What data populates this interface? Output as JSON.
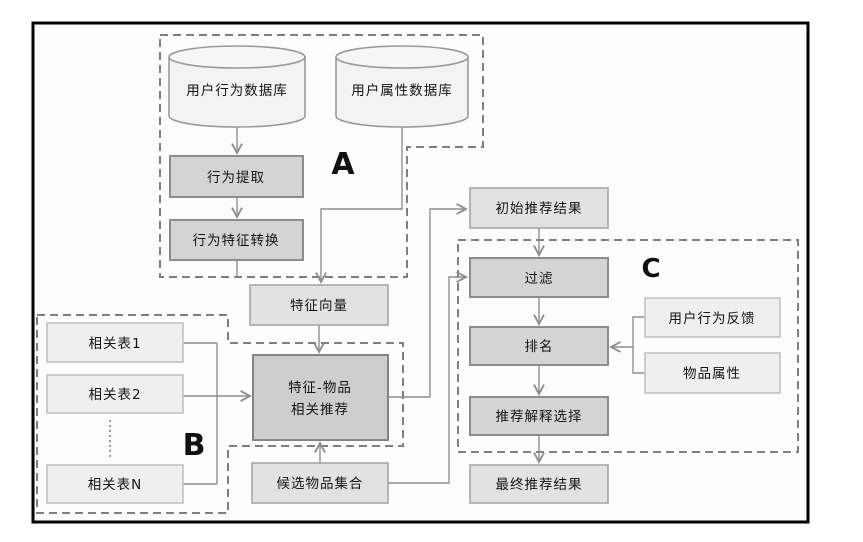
{
  "diagram": {
    "type": "flowchart",
    "group_labels": {
      "A": "A",
      "B": "B",
      "C": "C"
    },
    "nodes": {
      "user_behavior_db": "用户行为数据库",
      "user_attribute_db": "用户属性数据库",
      "behavior_extraction": "行为提取",
      "behavior_feature_conversion": "行为特征转换",
      "feature_vector": "特征向量",
      "related_table_1": "相关表1",
      "related_table_2": "相关表2",
      "related_table_n": "相关表N",
      "feature_item_recommendation_line1": "特征-物品",
      "feature_item_recommendation_line2": "相关推荐",
      "candidate_item_set": "候选物品集合",
      "initial_recommendation_results": "初始推荐结果",
      "filter": "过滤",
      "ranking": "排名",
      "user_behavior_feedback": "用户行为反馈",
      "item_attributes": "物品属性",
      "recommendation_explanation_selection": "推荐解释选择",
      "final_recommendation_results": "最终推荐结果"
    },
    "colors": {
      "frame_border": "#000000",
      "dashed_group_border": "#7f7f7f",
      "connector_line": "#8f8f8f",
      "process_box_fill": "#d4d4d4",
      "process_box_border": "#8c8c8c",
      "result_box_fill": "#e2e2e2",
      "input_box_fill": "#efefef",
      "cylinder_fill": "#f3f3f3",
      "text": "#141414"
    }
  }
}
